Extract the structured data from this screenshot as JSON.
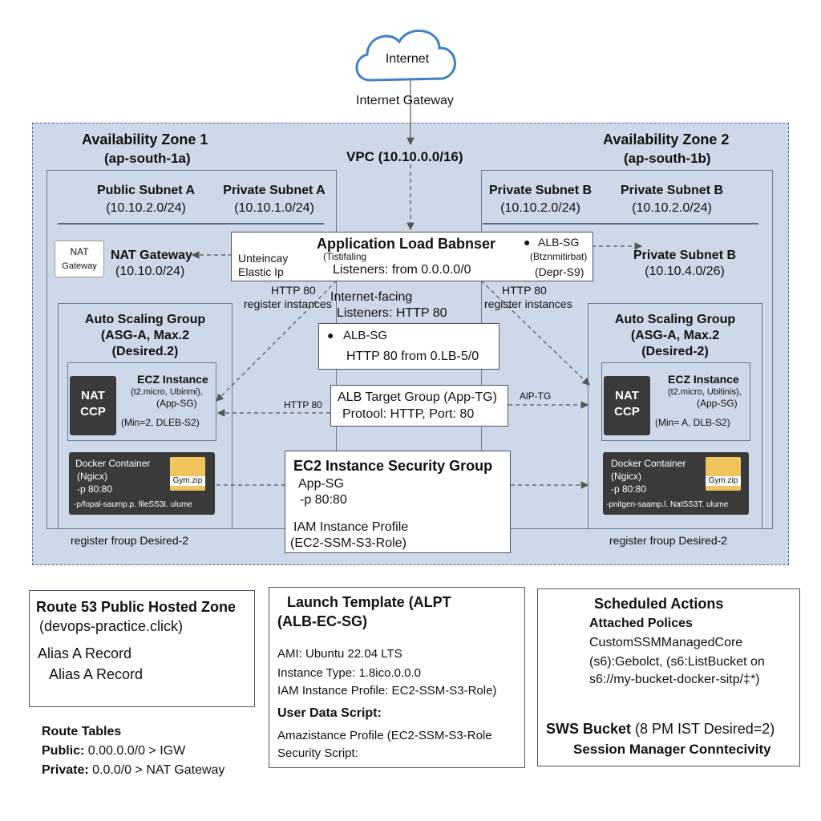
{
  "internet": {
    "cloud_label": "Internet",
    "gateway_label": "Internet Gateway"
  },
  "vpc": {
    "label": "VPC (10.10.0.0/16)"
  },
  "az1": {
    "title": "Availability Zone 1",
    "region": "(ap-south-1a)",
    "public_subnet": {
      "title": "Public Subnet A",
      "cidr": "(10.10.2.0/24)"
    },
    "private_subnet": {
      "title": "Private Subnet A",
      "cidr": "(10.10.1.0/24)"
    },
    "nat_icon": {
      "line1": "NAT",
      "line2": "Gateway"
    },
    "nat_gateway": {
      "title": "NAT Gateway",
      "cidr": "(10.10.0/24)"
    },
    "asg": {
      "line1": "Auto Scaling Group",
      "line2": "(ASG-A, Max.2",
      "line3": "(Desired.2)"
    },
    "ec2": {
      "badge1": "NAT",
      "badge2": "CCP",
      "title": "ECZ Instance",
      "line1": "(t2.micro, Ubinmi),",
      "line2": "(App-SG)",
      "line3": "(Min=2, DLEB-S2)"
    },
    "docker": {
      "title": "Docker Container",
      "line1": "(Ngicx)",
      "line2": "-p 80:80",
      "line3": "-p/fopal-saump.p. fileSS3I. ulume",
      "file": "Gym.zip"
    },
    "footer": "register froup Desired-2"
  },
  "az2": {
    "title": "Availability Zone 2",
    "region": "(ap-south-1b)",
    "private_subnet_1": {
      "title": "Private Subnet B",
      "cidr": "(10.10.2.0/24)"
    },
    "private_subnet_2": {
      "title": "Private Subnet B",
      "cidr": "(10.10.2.0/24)"
    },
    "private_subnet_3": {
      "title": "Private Subnet B",
      "cidr": "(10.10.4.0/26)"
    },
    "asg": {
      "line1": "Auto Scaling Group",
      "line2": "(ASG-A, Max.2",
      "line3": "(Desired-2)"
    },
    "ec2": {
      "badge1": "NAT",
      "badge2": "CCP",
      "title": "ECZ Instance",
      "line1": "(t2.micro, Ubitinis),",
      "line2": "(App-SG)",
      "line3": "(Min= A, DLB-S2)"
    },
    "docker": {
      "title": "Docker Container",
      "line1": "(Ngicx)",
      "line2": "-p 80:80",
      "line3": "-pnitgen-saamp.l. NatSS3T. ulume",
      "file": "Gym.zip"
    },
    "footer": "register froup Desired-2"
  },
  "alb": {
    "title": "Application Load Babnser",
    "left1": "Unteincay",
    "left2": "Elastic Ip",
    "mid1": "(Tistifaling",
    "listeners": "Listeners: from 0.0.0.0/0",
    "sg_title": "ALB-SG",
    "sg_line1": "(Btznmitirbat)",
    "sg_line2": "(Depr-S9)"
  },
  "edge_labels": {
    "left_http": "HTTP 80",
    "left_register": "register instances",
    "right_http": "HTTP 80",
    "right_register": "register instances",
    "internet_facing": "Internet-facing",
    "listeners_http": "Listeners: HTTP 80",
    "tg_left_http": "HTTP 80",
    "tg_right": "AlP-TG"
  },
  "alb_sg_box": {
    "title": "ALB-SG",
    "rule": "HTTP 80 from 0.LB-5/0"
  },
  "target_group": {
    "line1": "ALB Target Group (App-TG)",
    "line2": "Protool: HTTP, Port: 80"
  },
  "ec2_sg": {
    "title": "EC2 Instance Security Group",
    "line1": "App-SG",
    "line2": "-p 80:80",
    "line3": "IAM Instance Profile",
    "line4": "(EC2-SSM-S3-Role)"
  },
  "route53": {
    "title": "Route 53 Public Hosted Zone",
    "zone": "(devops-practice.click)",
    "rec1": "Alias A Record",
    "rec2": "Alias A Record"
  },
  "route_tables": {
    "title": "Route Tables",
    "public_key": "Public:",
    "public_val": " 0.00.0.0/0 > IGW",
    "private_key": "Private:",
    "private_val": " 0.0.0/0 > NAT Gateway"
  },
  "launch_template": {
    "title1": "Launch Template (ALPT",
    "title2": "(ALB-EC-SG)",
    "ami": "AMI: Ubuntu 22.04 LTS",
    "itype": "Instance Type: 1.8ico.0.0.0",
    "iam": "IAM Instance Profile: EC2-SSM-S3-Role)",
    "uds_title": "User Data Script:",
    "line1": "Amazistance Profile (EC2-SSM-S3-Role",
    "line2": "Security Script:"
  },
  "scheduled": {
    "title": "Scheduled Actions",
    "subtitle": "Attached Polices",
    "line1": "CustomSSMManagedCore",
    "line2": "(s6):Gebolct, (s6:ListBucket on",
    "line3": "s6://my-bucket-docker-sitp/‡*)",
    "bucket_bold": "SWS Bucket",
    "bucket_rest": " (8 PM IST Desired=2)",
    "session": "Session Manager Conntecivity"
  },
  "colors": {
    "vpc_fill": "#cdd8e8",
    "vpc_border": "#5a6a80",
    "dark_card": "#3a3a3a",
    "file_icon": "#f0c45c",
    "cloud_stroke": "#3f80c9"
  }
}
